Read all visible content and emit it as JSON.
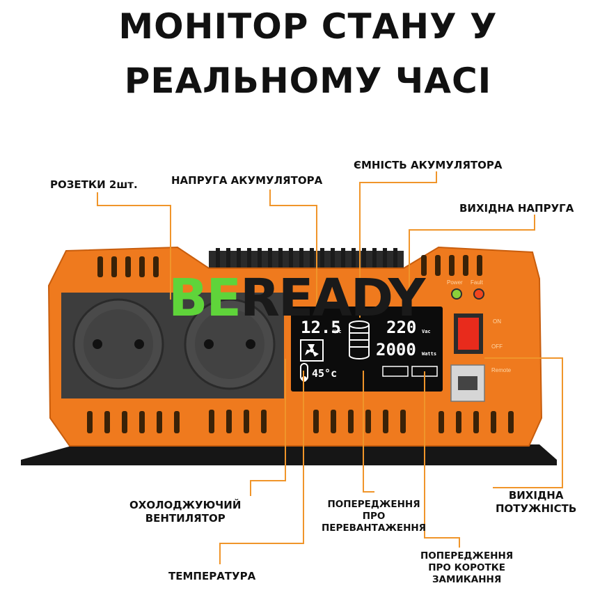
{
  "title": {
    "line1": "МОНІТОР СТАНУ У",
    "line2": "РЕАЛЬНОМУ ЧАСІ"
  },
  "labels": {
    "sockets": "РОЗЕТКИ 2шт.",
    "battery_voltage": "НАПРУГА АКУМУЛЯТОРА",
    "battery_capacity": "ЄМНІСТЬ АКУМУЛЯТОРА",
    "output_voltage": "ВИХІДНА НАПРУГА",
    "fan": [
      "ОХОЛОДЖУЮЧИЙ",
      "ВЕНТИЛЯТОР"
    ],
    "overload": [
      "ПОПЕРЕДЖЕННЯ",
      "ПРО",
      "ПЕРЕВАНТАЖЕННЯ"
    ],
    "output_power": [
      "ВИХІДНА",
      "ПОТУЖНІСТЬ"
    ],
    "short_circuit": [
      "ПОПЕРЕДЖЕННЯ",
      "ПРО КОРОТКЕ",
      "ЗАМИКАННЯ"
    ],
    "temperature": "ТЕМПЕРАТУРА"
  },
  "display": {
    "battery_voltage": "12.5",
    "battery_unit": "Vdc",
    "output_voltage": "220",
    "output_unit": "Vac",
    "output_power": "2000",
    "power_unit": "Watts",
    "temperature": "45°c"
  },
  "panel": {
    "power_led": "Power",
    "fault_led": "Fault",
    "switch_on": "ON",
    "switch_off": "OFF",
    "remote": "Remote"
  },
  "watermark": {
    "part1": "BE",
    "part2": "READY"
  },
  "colors": {
    "body_orange": "#ef7a1e",
    "leader_line": "#f0952a",
    "watermark_green": "#5fd43a",
    "watermark_dark": "#1a1a1a"
  }
}
